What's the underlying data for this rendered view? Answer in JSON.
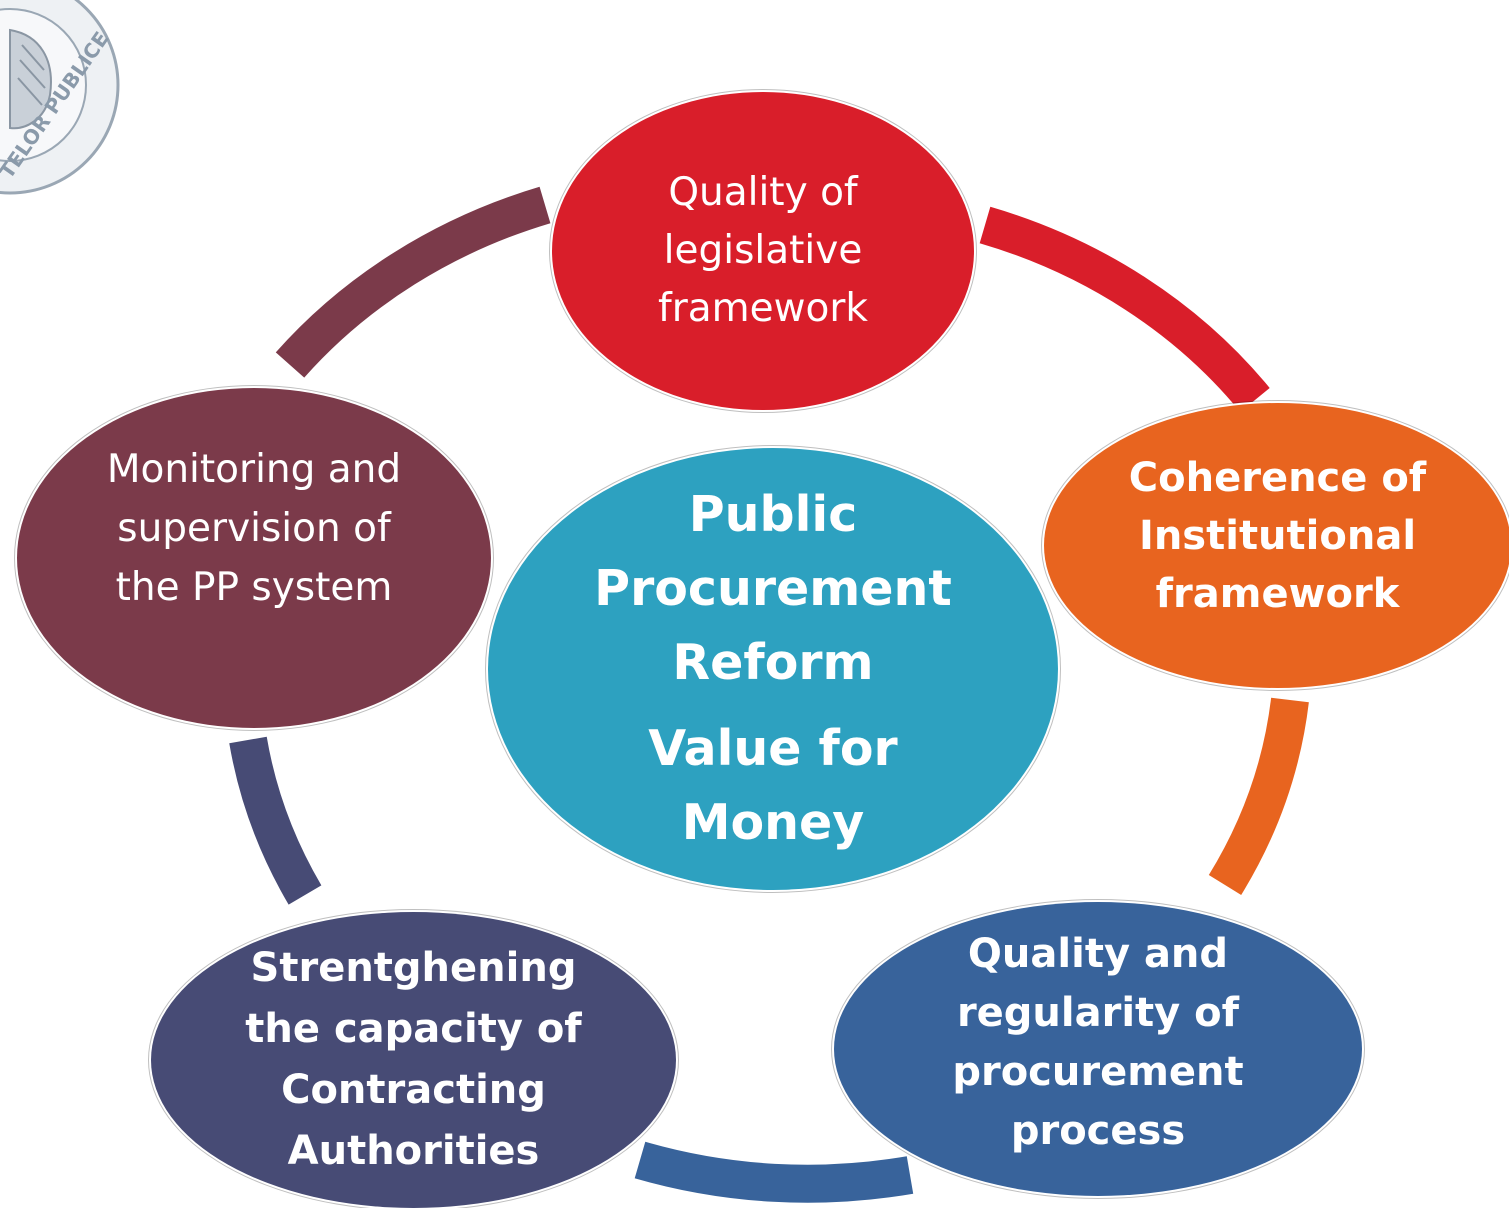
{
  "colors": {
    "legislative": "#d91e2a",
    "institutional": "#e8641f",
    "process": "#38639b",
    "capacity": "#474b75",
    "monitoring": "#7b3a4a",
    "center": "#2da1c0",
    "logo": "#8a9aaa"
  },
  "logo": {
    "icon": "seal-icon",
    "text": "TELOR PUBLICE"
  },
  "center": {
    "title": "Public\nProcurement\nReform",
    "subtitle": "Value for\nMoney"
  },
  "nodes": {
    "legislative": "Quality of\nlegislative\nframework",
    "institutional": "Coherence of\nInstitutional\nframework",
    "process": "Quality and\nregularity of\nprocurement\nprocess",
    "capacity": "Strentghening\nthe capacity of\nContracting\nAuthorities",
    "monitoring": "Monitoring and\nsupervision of\nthe PP system"
  }
}
